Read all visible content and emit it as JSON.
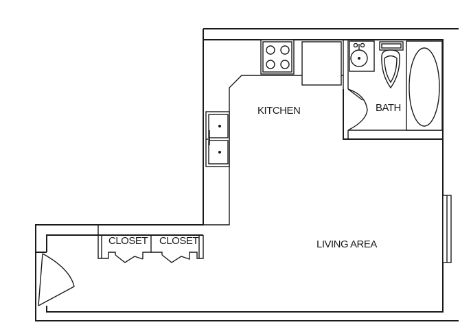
{
  "rooms": {
    "kitchen": "KITCHEN",
    "bath": "BATH",
    "living_area": "LIVING AREA",
    "closet_1": "CLOSET",
    "closet_2": "CLOSET"
  }
}
